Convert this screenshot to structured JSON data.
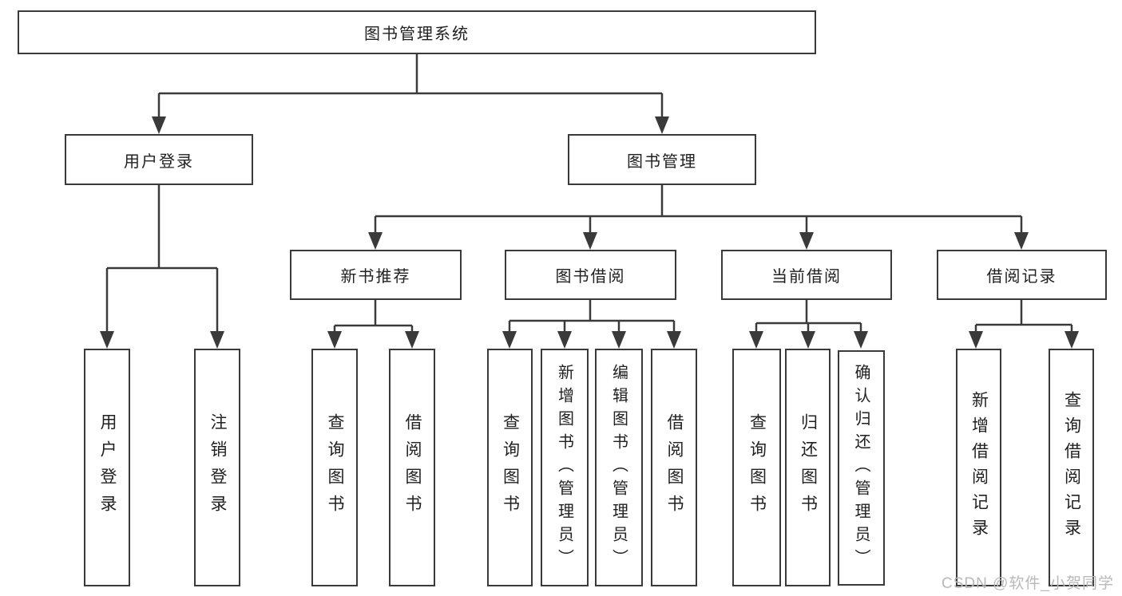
{
  "tree": {
    "root": {
      "label": "图书管理系统"
    },
    "level1": [
      {
        "label": "用户登录",
        "children": [
          {
            "label": "用户登录"
          },
          {
            "label": "注销登录"
          }
        ]
      },
      {
        "label": "图书管理",
        "children": [
          {
            "label": "新书推荐",
            "children": [
              {
                "label": "查询图书"
              },
              {
                "label": "借阅图书"
              }
            ]
          },
          {
            "label": "图书借阅",
            "children": [
              {
                "label": "查询图书"
              },
              {
                "label": "新增图书（管理员）"
              },
              {
                "label": "编辑图书（管理员）"
              },
              {
                "label": "借阅图书"
              }
            ]
          },
          {
            "label": "当前借阅",
            "children": [
              {
                "label": "查询图书"
              },
              {
                "label": "归还图书"
              },
              {
                "label": "确认归还（管理员）"
              }
            ]
          },
          {
            "label": "借阅记录",
            "children": [
              {
                "label": "新增借阅记录"
              },
              {
                "label": "查询借阅记录"
              }
            ]
          }
        ]
      }
    ]
  },
  "watermark": {
    "text": "CSDN @软件_小贺同学"
  },
  "colors": {
    "line": "#3a3a3a",
    "text": "#212121",
    "watermark": "#b9b9b9",
    "bg": "#ffffff"
  }
}
